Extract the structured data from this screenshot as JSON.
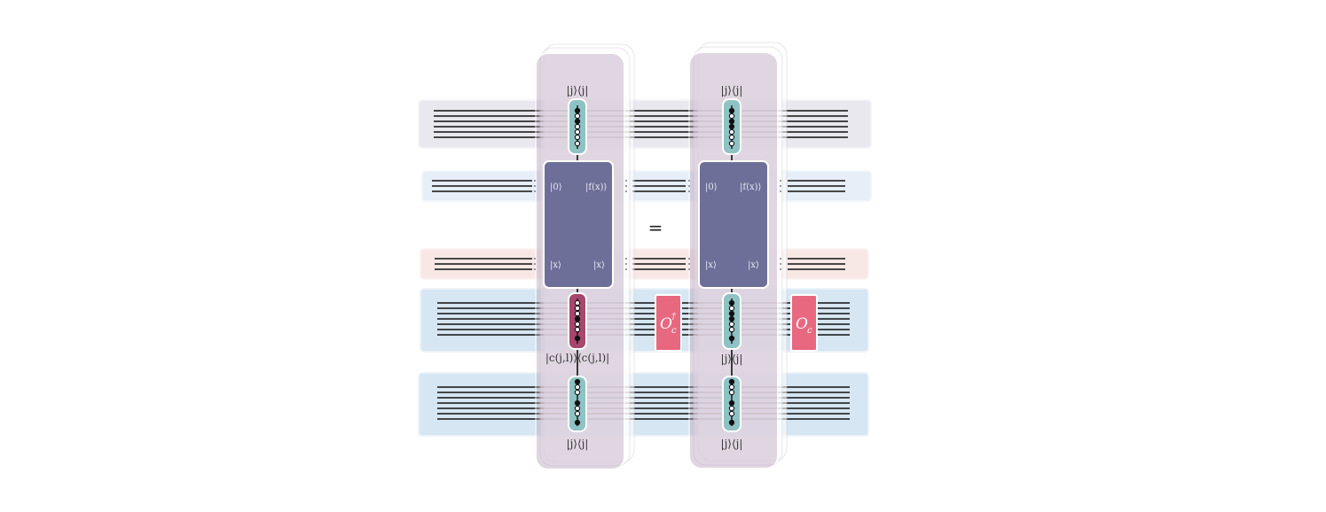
{
  "colors": {
    "column_shadow": "#dcd3de",
    "band_top": "#e9e8ee",
    "band_light_blue": "#e6eef8",
    "band_pink": "#f7e8e6",
    "band_blue": "#d6e6f2",
    "oracle_box": "#6e6f98",
    "control_teal": "#8ec2c4",
    "control_magenta": "#a7466e",
    "operator_box": "#e86880",
    "wire": "#111111"
  },
  "labels": {
    "proj_jj": "|j⟩⟨j|",
    "proj_c": "|c(j,l)⟩⟨c(j,l)|",
    "ket_zero": "|0⟩",
    "ket_fx": "|f(x)⟩",
    "ket_x": "|x⟩",
    "equals": "=",
    "oc_base": "O",
    "oc_dagger_sub": "c",
    "oc_dagger_sup": "†",
    "oc_sub": "c"
  },
  "icons": {
    "filled_control": "filled-dot-control-icon",
    "open_control": "open-dot-control-icon"
  }
}
